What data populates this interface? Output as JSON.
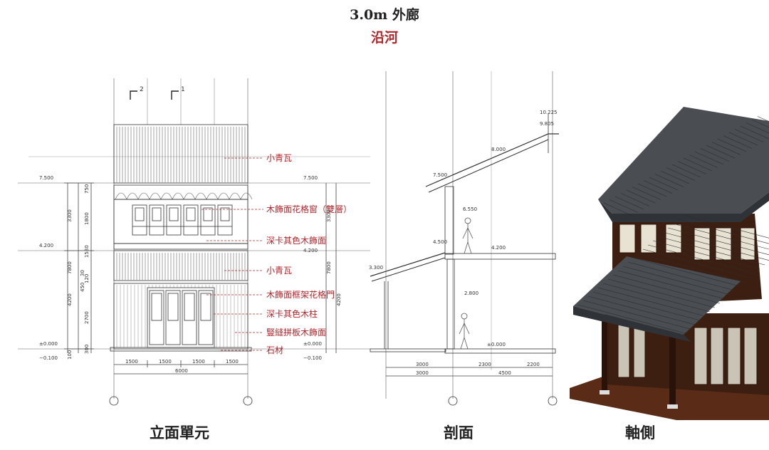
{
  "header": {
    "title": "3.0m 外廊",
    "subtitle": "沿河"
  },
  "captions": {
    "elevation": "立面單元",
    "section": "剖面",
    "axonometric": "軸側"
  },
  "elevation": {
    "section_marks": [
      "2",
      "1"
    ],
    "callouts": [
      "小青瓦",
      "木飾面花格窗（雙層）",
      "深卡其色木飾面",
      "小青瓦",
      "木飾面框架花格門",
      "深卡其色木柱",
      "豎縫拼板木飾面",
      "石材"
    ],
    "levels_left": [
      "7.500",
      "4.200",
      "±0.000",
      "−0.100"
    ],
    "levels_right": [
      "7.500",
      "4.200",
      "±0.000",
      "−0.100"
    ],
    "vertical_dims_a": [
      "3300",
      "7800",
      "4200"
    ],
    "vertical_dims_b": [
      "750",
      "1800",
      "1530",
      "30",
      "120",
      "450",
      "2700",
      "100",
      "300"
    ],
    "bottom_dims": [
      "1500",
      "1500",
      "1500",
      "1500"
    ],
    "bottom_total": "6000"
  },
  "section": {
    "levels": [
      "10.225",
      "9.805",
      "8.000",
      "7.500",
      "6.550",
      "4.500",
      "4.200",
      "3.300",
      "2.800",
      "±0.000"
    ],
    "dims_row1": [
      "3000",
      "2300",
      "2200"
    ],
    "dims_row2": [
      "3000",
      "4500"
    ]
  },
  "colors": {
    "accent_red": "#b3262b",
    "line": "#444444",
    "roof_gray": "#4a4e52",
    "wood_brown": "#5a2c18"
  }
}
